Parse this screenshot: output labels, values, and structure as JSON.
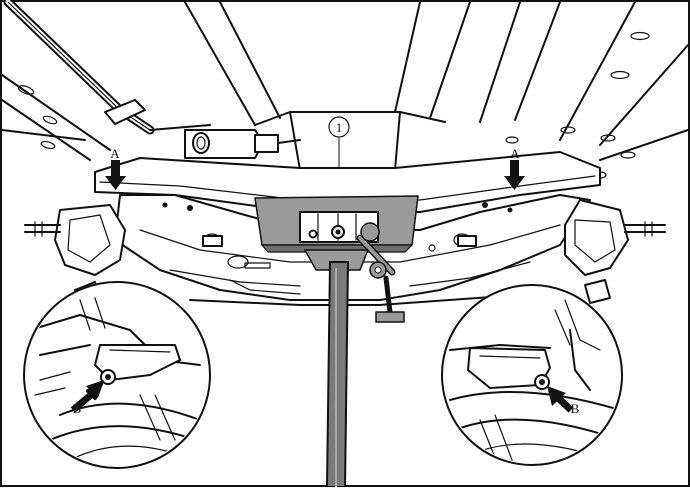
{
  "labels": {
    "item_number": "1",
    "mount_point_left": "A",
    "mount_point_right": "A",
    "bolt_left": "B",
    "bolt_right": "B"
  },
  "colors": {
    "line": "#111111",
    "jack": "#7a7a7a",
    "background": "#ffffff"
  }
}
